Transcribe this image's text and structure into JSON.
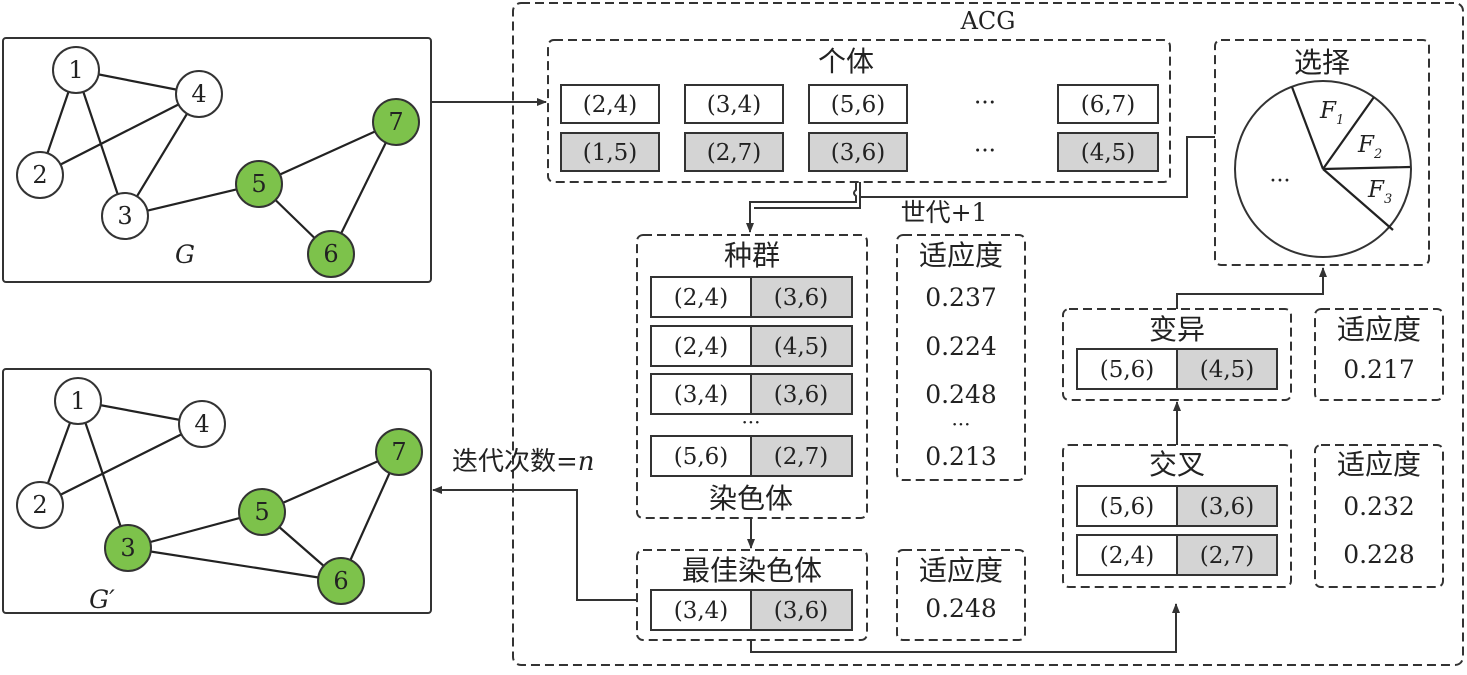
{
  "acg_label": "ACG",
  "graph_g": {
    "label": "G",
    "nodes": [
      "1",
      "2",
      "3",
      "4",
      "5",
      "6",
      "7"
    ]
  },
  "graph_g2": {
    "label": "G′",
    "nodes": [
      "1",
      "2",
      "3",
      "4",
      "5",
      "6",
      "7"
    ]
  },
  "individual": {
    "title": "个体",
    "top_row": [
      "(2,4)",
      "(3,4)",
      "(5,6)",
      "···",
      "(6,7)"
    ],
    "bottom_row": [
      "(1,5)",
      "(2,7)",
      "(3,6)",
      "···",
      "(4,5)"
    ]
  },
  "generation_label": "世代+1",
  "population": {
    "title": "种群",
    "rows": [
      {
        "a": "(2,4)",
        "b": "(3,6)"
      },
      {
        "a": "(2,4)",
        "b": "(4,5)"
      },
      {
        "a": "(3,4)",
        "b": "(3,6)"
      },
      {
        "a": "(5,6)",
        "b": "(2,7)"
      }
    ],
    "ellipsis": "···",
    "footer": "染色体"
  },
  "population_fitness": {
    "title": "适应度",
    "values": [
      "0.237",
      "0.224",
      "0.248",
      "0.213"
    ],
    "ellipsis": "···"
  },
  "best": {
    "title": "最佳染色体",
    "a": "(3,4)",
    "b": "(3,6)"
  },
  "best_fitness": {
    "title": "适应度",
    "value": "0.248"
  },
  "selection": {
    "title": "选择",
    "f1": "F",
    "f1_sub": "1",
    "f2": "F",
    "f2_sub": "2",
    "f3": "F",
    "f3_sub": "3",
    "ellipsis": "···"
  },
  "mutation": {
    "title": "变异",
    "a": "(5,6)",
    "b": "(4,5)"
  },
  "mutation_fitness": {
    "title": "适应度",
    "value": "0.217"
  },
  "crossover": {
    "title": "交叉",
    "rows": [
      {
        "a": "(5,6)",
        "b": "(3,6)"
      },
      {
        "a": "(2,4)",
        "b": "(2,7)"
      }
    ]
  },
  "crossover_fitness": {
    "title": "适应度",
    "values": [
      "0.232",
      "0.228"
    ]
  },
  "iteration_label": "迭代次数=",
  "iteration_var": "n",
  "colors": {
    "highlight": "#7dc24b",
    "gene_shade": "#d4d4d4"
  }
}
